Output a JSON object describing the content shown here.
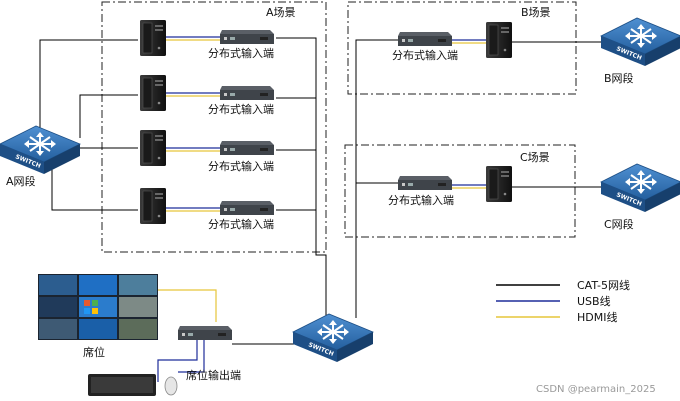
{
  "zones": {
    "a": "A场景",
    "b": "B场景",
    "c": "C场景"
  },
  "devices": {
    "input_label": "分布式输入端",
    "output_label": "席位输出端",
    "seat_label": "席位",
    "switch_label": "SWITCH"
  },
  "segments": {
    "a": "A网段",
    "b": "B网段",
    "c": "C网段"
  },
  "legend": [
    {
      "label": "CAT-5网线",
      "color": "#000000"
    },
    {
      "label": "USB线",
      "color": "#1f2d9a"
    },
    {
      "label": "HDMI线",
      "color": "#e6c53a"
    }
  ],
  "colors": {
    "cat5": "#000000",
    "usb": "#1f2d9a",
    "hdmi": "#e6c53a",
    "switch_blue": "#2d6fb5"
  },
  "watermark": "CSDN @pearmain_2025"
}
